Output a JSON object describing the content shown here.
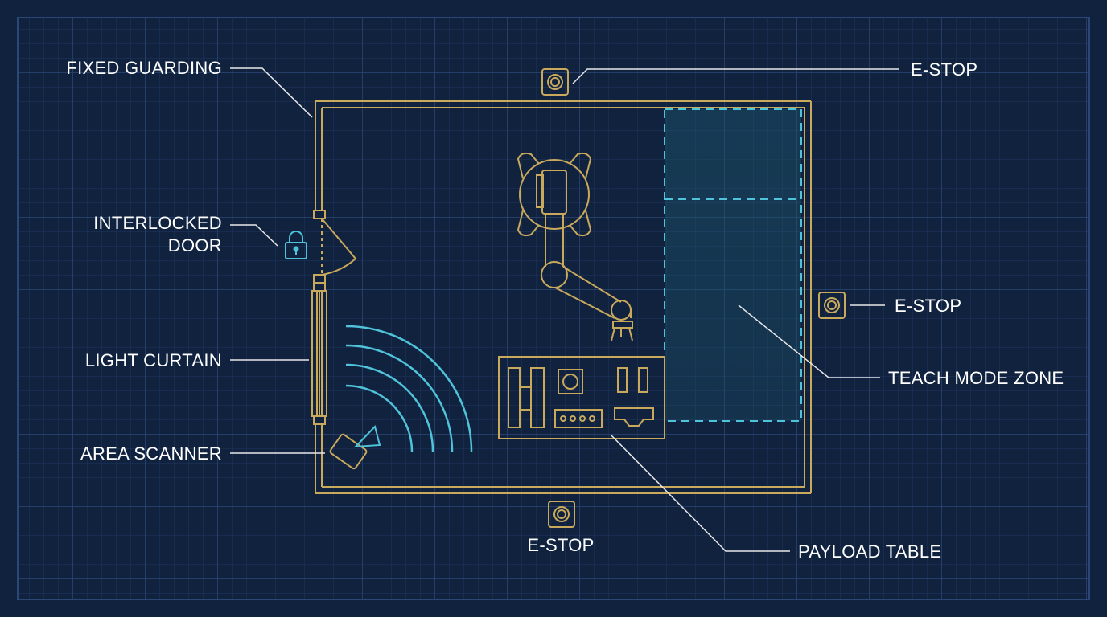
{
  "labels": {
    "fixed_guarding": "FIXED GUARDING",
    "interlocked_door_line1": "INTERLOCKED",
    "interlocked_door_line2": "DOOR",
    "light_curtain": "LIGHT CURTAIN",
    "area_scanner": "AREA SCANNER",
    "estop_top": "E-STOP",
    "estop_right": "E-STOP",
    "estop_bottom": "E-STOP",
    "teach_mode_zone": "TEACH MODE ZONE",
    "payload_table": "PAYLOAD TABLE"
  },
  "colors": {
    "background": "#11223f",
    "grid_minor": "#1f3760",
    "grid_major": "#2a4775",
    "guarding": "#c9a95c",
    "safety_device": "#4fc3d9",
    "leader_line": "#e8e8e8",
    "text": "#ffffff"
  },
  "icons": [
    "padlock-icon",
    "estop-button-icon",
    "robot-arm-icon",
    "scanner-icon"
  ]
}
